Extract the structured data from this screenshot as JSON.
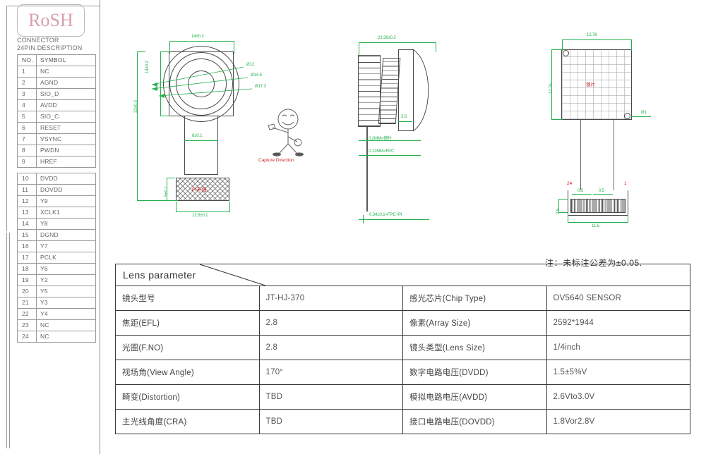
{
  "rohs": {
    "label": "RoSH",
    "caption_line1": "CONNECTOR",
    "caption_line2": "24PIN DESCRIPTION"
  },
  "connector_table": {
    "headers": [
      "NO.",
      "SYMBOL"
    ],
    "rows_top": [
      [
        "1",
        "NC"
      ],
      [
        "2",
        "AGND"
      ],
      [
        "3",
        "SIO_D"
      ],
      [
        "4",
        "AVDD"
      ],
      [
        "5",
        "SIO_C"
      ],
      [
        "6",
        "RESET"
      ],
      [
        "7",
        "VSYNC"
      ],
      [
        "8",
        "PWDN"
      ],
      [
        "9",
        "HREF"
      ]
    ],
    "rows_bottom": [
      [
        "10",
        "DVDD"
      ],
      [
        "11",
        "DOVDD"
      ],
      [
        "12",
        "Y9"
      ],
      [
        "13",
        "XCLK1"
      ],
      [
        "14",
        "Y8"
      ],
      [
        "15",
        "DGND"
      ],
      [
        "16",
        "Y7"
      ],
      [
        "17",
        "PCLK"
      ],
      [
        "18",
        "Y6"
      ],
      [
        "19",
        "Y2"
      ],
      [
        "20",
        "Y5"
      ],
      [
        "21",
        "Y3"
      ],
      [
        "22",
        "Y4"
      ],
      [
        "23",
        "NC"
      ],
      [
        "24",
        "NC"
      ]
    ]
  },
  "front_view": {
    "dim_width_top": "14±0.2",
    "dim_height_inner": "14±0.2",
    "dim_height_total": "32±0.3",
    "dia_1": "Ø12",
    "dia_2": "Ø14.5",
    "dia_3": "Ø17.3",
    "dim_neck_width": "8±0.1",
    "dim_pi_height": "5±0.1",
    "dim_pi_width": "12.5±0.1",
    "pi_label": "PI补强"
  },
  "capture": {
    "label": "Capture Direction"
  },
  "side_view": {
    "dim_total_length": "23.38±0.2",
    "dim_base": "3.5",
    "ann_steel": "0.2MM=钢片",
    "ann_fpc": "0.12MM=FPC",
    "ann_total": "0.34±0.1=FPC+PI"
  },
  "sensor_view": {
    "dim_width": "12.76",
    "dim_height": "12.76",
    "dia_hole": "Ø1",
    "steel_label": "钢片",
    "pin_first": "1",
    "pin_last": "24",
    "dim_pitch_1": "0.5",
    "dim_pitch_2": "0.5",
    "dim_conn_height": "2.5",
    "dim_conn_width": "11.5"
  },
  "note": {
    "text": "注：未标注公差为±0.05."
  },
  "lens_table": {
    "title": "Lens parameter",
    "rows": [
      {
        "label": "镜头型号",
        "value": "JT-HJ-370",
        "label2": "感光芯片(Chip Type)",
        "value2": "OV5640 SENSOR"
      },
      {
        "label": "焦距(EFL)",
        "value": "2.8",
        "label2": "像素(Array Size)",
        "value2": "2592*1944"
      },
      {
        "label": "光圈(F.NO)",
        "value": "2.8",
        "label2": "镜头类型(Lens Size)",
        "value2": "1/4inch"
      },
      {
        "label": "视场角(View Angle)",
        "value": "170°",
        "label2": "数字电路电压(DVDD)",
        "value2": "1.5±5%V"
      },
      {
        "label": "畸变(Distortion)",
        "value": "TBD",
        "label2": "模拟电路电压(AVDD)",
        "value2": "2.6Vto3.0V"
      },
      {
        "label": "主光线角度(CRA)",
        "value": "TBD",
        "label2": "接口电路电压(DOVDD)",
        "value2": "1.8Vor2.8V"
      }
    ]
  },
  "colors": {
    "dimension_green": "#22b14c",
    "annotation_red": "#cc2222",
    "line_gray": "#4a4a4a",
    "rohs_pink": "#d9a0a8"
  }
}
